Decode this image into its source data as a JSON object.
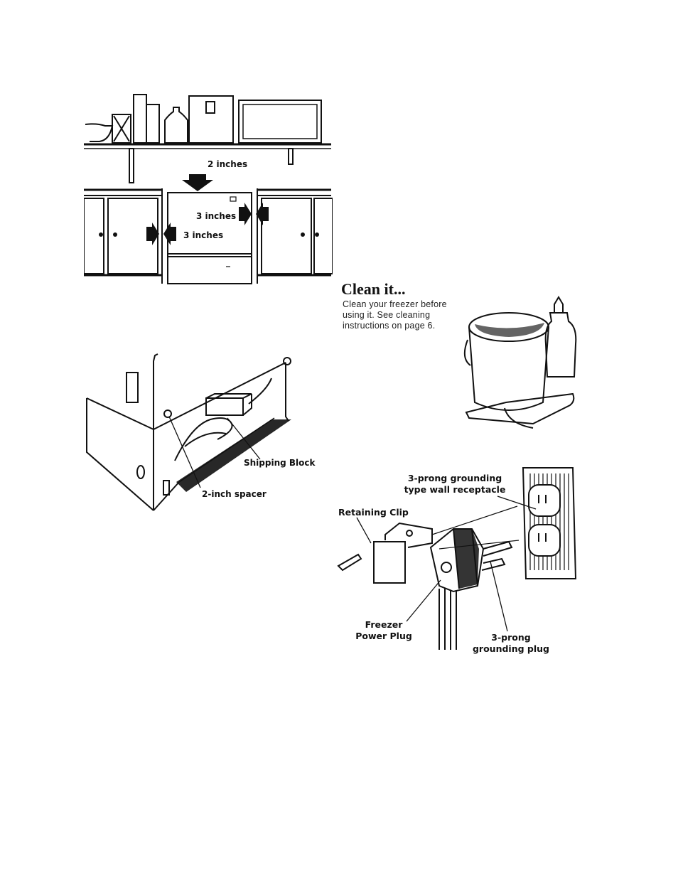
{
  "figure1": {
    "top_gap": "2 inches",
    "side_gap_right": "3 inches",
    "side_gap_left": "3 inches"
  },
  "figure2": {
    "shipping_block": "Shipping Block",
    "spacer": "2-inch spacer"
  },
  "clean": {
    "heading": "Clean it...",
    "lines": [
      "Clean your freezer before",
      "using it. See cleaning",
      "instructions on page 6."
    ]
  },
  "figure4": {
    "receptacle_line1": "3-prong grounding",
    "receptacle_line2": "type wall receptacle",
    "retaining_clip": "Retaining Clip",
    "power_plug_line1": "Freezer",
    "power_plug_line2": "Power Plug",
    "grounding_plug_line1": "3-prong",
    "grounding_plug_line2": "grounding plug"
  }
}
